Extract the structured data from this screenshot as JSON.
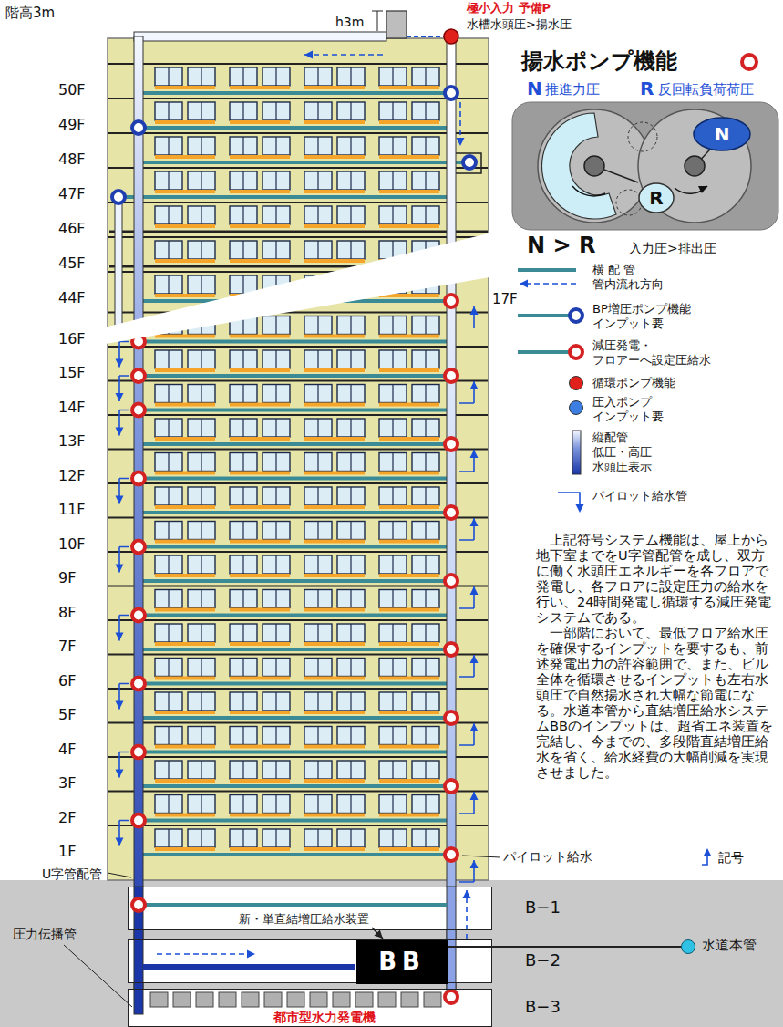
{
  "diagram": {
    "nodes": [
      {
        "text": [
          "N"
        ]
      },
      {
        "text": [
          "R"
        ]
      },
      {
        "text": [
          "B−1"
        ]
      },
      {
        "text": [
          "B−2"
        ]
      },
      {
        "text": [
          "BB"
        ],
        "in": 3
      },
      {
        "text": [
          "水道本管"
        ]
      },
      {
        "text": [
          "B−3"
        ]
      }
    ],
    "edges": [
      {
        "from": 5,
        "to": 4,
        "arrow": "none"
      }
    ],
    "labels": [
      "階高3m",
      "h3m",
      "極小入力 予備P",
      "水槽水頭圧>揚水圧",
      "50F",
      "49F",
      "48F",
      "47F",
      "46F",
      "45F",
      "44F",
      "17F",
      "16F",
      "15F",
      "14F",
      "13F",
      "12F",
      "11F",
      "10F",
      "9F",
      "8F",
      "7F",
      "6F",
      "5F",
      "4F",
      "3F",
      "2F",
      "1F",
      "揚水ポンプ機能",
      "N",
      "推進力圧",
      "R",
      "反回転負荷荷圧",
      "N > R",
      "入力圧>排出圧",
      "上記符号システム機能は、屋上から地下室までをU字管配管を成し、双方に働く水頭圧エネルギーを各フロアで発電し、各フロアに設定圧力の給水を行い、24時間発電し循環する減圧発電システムである。",
      "一部階において、最低フロア給水圧を確保するインプットを要するも、前述発電出力の許容範囲で、また、ビル全体を循環させるインプットも左右水頭圧で自然揚水され大幅な節電になる。水道本管から直結増圧給水システムBBのインプットは、超省エネ装置を完結し、今までの、多段階直結増圧給水を省く、給水経費の大幅削減を実現させました。",
      "記号",
      "パイロット給水",
      "U字管配管",
      "新・単直結増圧給水装置",
      "圧力伝播管",
      "都市型水力発電機"
    ],
    "legend": [
      {
        "text": "横 配 管"
      },
      {
        "text": "管内流れ方向"
      },
      {
        "text": "BP増圧ポンプ機能 インプット要"
      },
      {
        "text": "減圧発電・ フロアーへ設定圧給水"
      },
      {
        "text": "循環ポンプ機能",
        "color": "#e0201b"
      },
      {
        "text": "圧入ポンプ インプット要",
        "color": "#3b7de0"
      },
      {
        "text": "縦配管 低圧・高圧 水頭圧表示"
      },
      {
        "text": "パイロット給水管"
      }
    ]
  }
}
